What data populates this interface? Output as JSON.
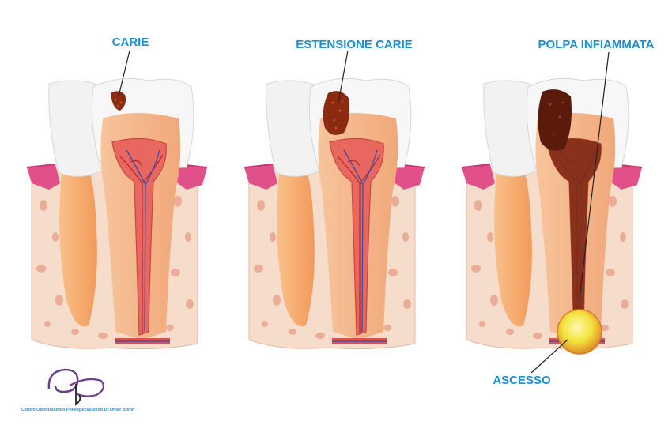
{
  "labels": {
    "carie": "CARIE",
    "estensione_carie": "ESTENSIONE CARIE",
    "polpa_infiammata": "POLPA INFIAMMATA",
    "ascesso": "ASCESSO"
  },
  "logo": {
    "caption": "Centro Odontoiatrico Poliespecialistico Dr.Omar Bonin"
  },
  "colors": {
    "label_blue": "#1a8fd6",
    "enamel": "#f4f4f4",
    "dentin": "#f3b88f",
    "pulp": "#e86a62",
    "gum": "#e14f8a",
    "bone": "#f6d9c7",
    "decay": "#8a2a10",
    "abscess": "#f2e23a",
    "logo_purple": "#6a3f8c"
  }
}
